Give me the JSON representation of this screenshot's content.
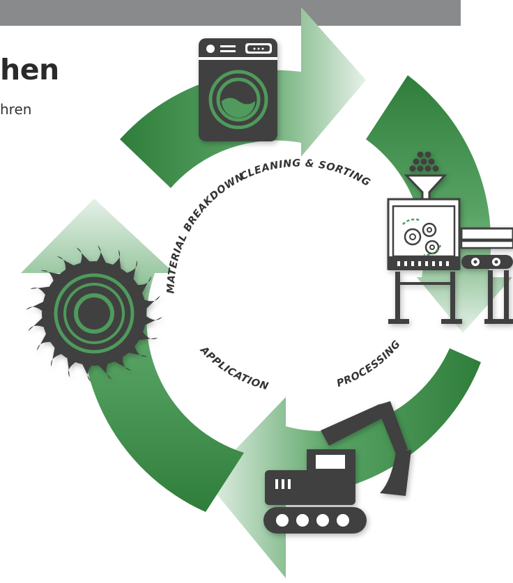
{
  "header": {
    "title_fragment": "hen",
    "subtitle_fragment": "hren"
  },
  "cycle": {
    "stages": [
      {
        "label": "CLEANING & SORTING",
        "icon": "washing-machine-icon"
      },
      {
        "label": "PROCESSING",
        "icon": "sorting-machine-icon"
      },
      {
        "label": "APPLICATION",
        "icon": "excavator-icon"
      },
      {
        "label": "MATERIAL BREAKDOWN",
        "icon": "saw-blade-icon"
      }
    ],
    "colors": {
      "arrow_dark": "#2f7d3b",
      "arrow_mid": "#4e9a5a",
      "arrow_light": "#e4f0e6",
      "icon": "#3f3f3f",
      "label": "#333333",
      "header_bar": "#888a8c"
    }
  }
}
